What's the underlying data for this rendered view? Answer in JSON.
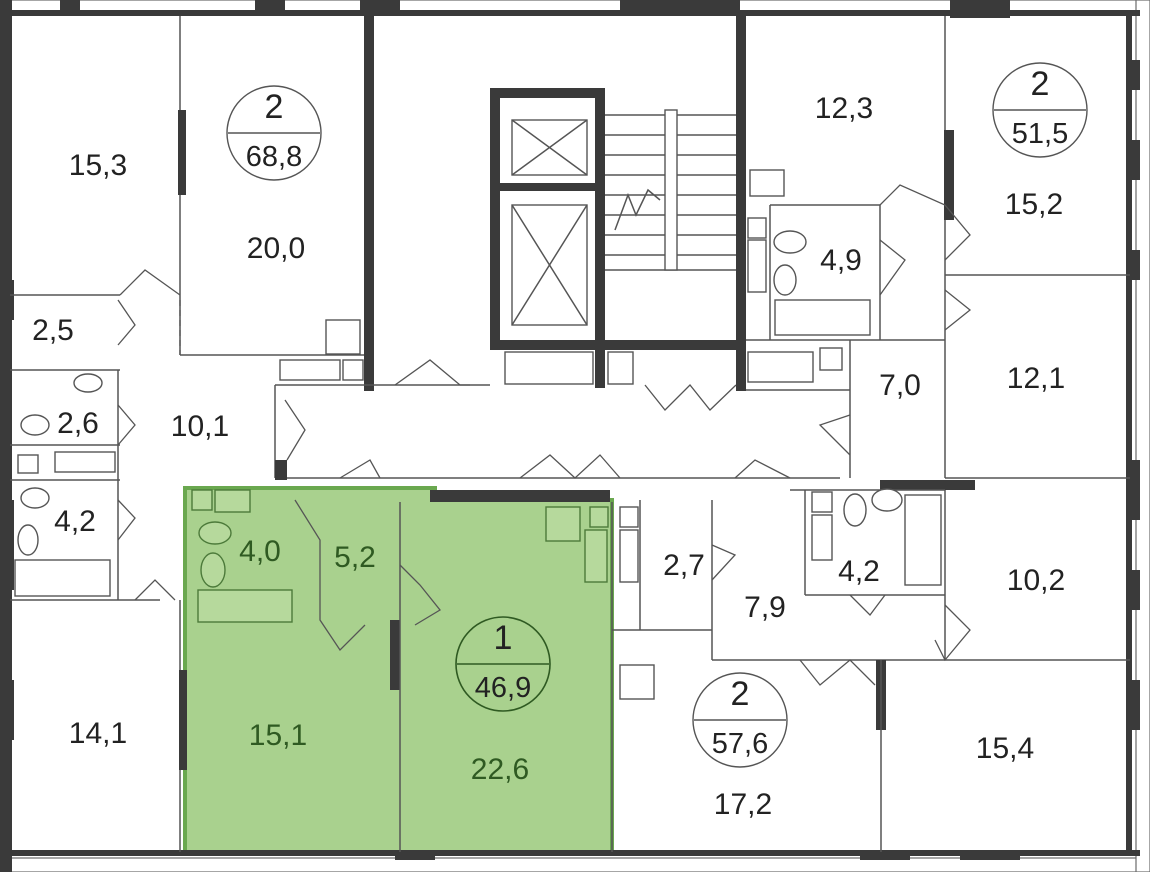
{
  "colors": {
    "highlight_fill": "#a9d18e",
    "highlight_stroke": "#6aa84f",
    "wall": "#3a3a3a"
  },
  "apartments": [
    {
      "rooms": "2",
      "area": "68,8"
    },
    {
      "rooms": "2",
      "area": "51,5"
    },
    {
      "rooms": "1",
      "area": "46,9",
      "highlighted": true
    },
    {
      "rooms": "2",
      "area": "57,6"
    }
  ],
  "rooms": [
    "15,3",
    "20,0",
    "2,5",
    "2,6",
    "10,1",
    "4,2",
    "14,1",
    "4,0",
    "5,2",
    "15,1",
    "22,6",
    "12,3",
    "15,2",
    "4,9",
    "7,0",
    "12,1",
    "2,7",
    "7,9",
    "4,2",
    "10,2",
    "17,2",
    "15,4"
  ]
}
